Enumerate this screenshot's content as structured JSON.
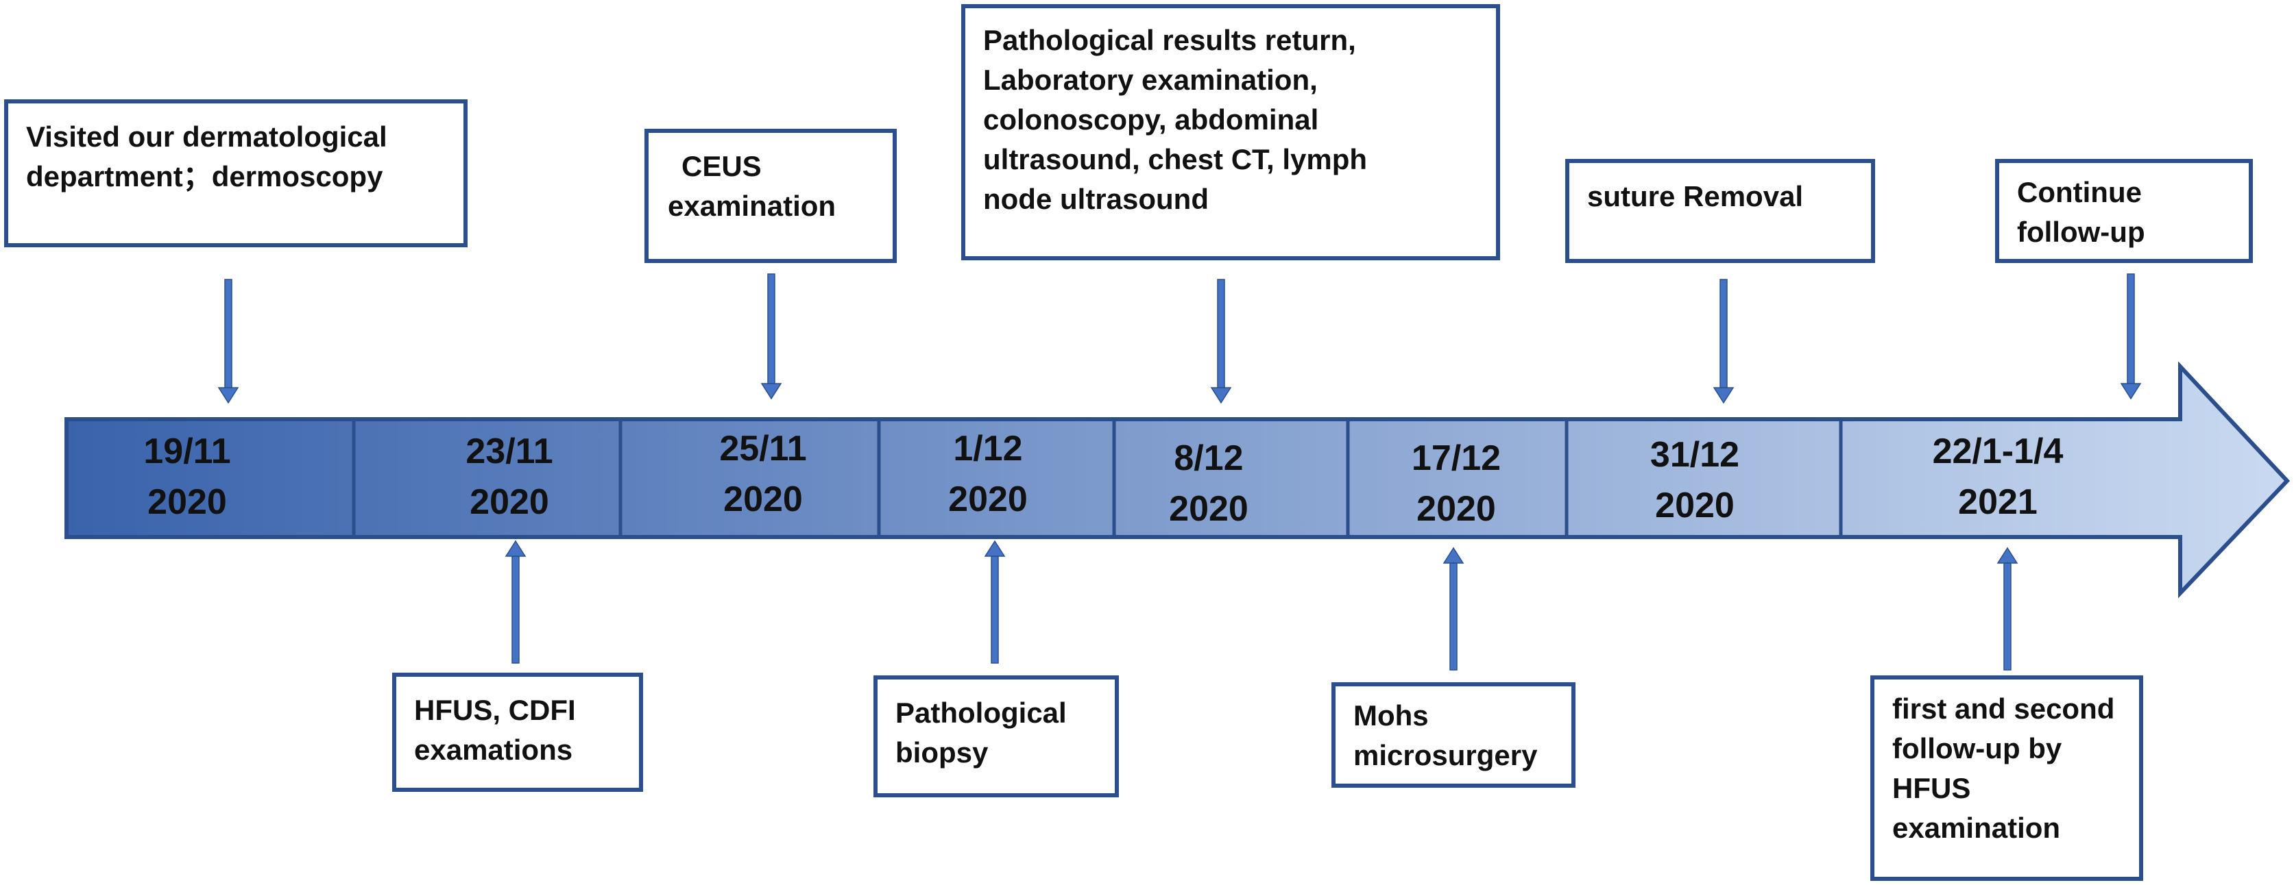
{
  "colors": {
    "arrow_dark": "#3a63ac",
    "arrow_light": "#c9d9f0",
    "box_border": "#2b4f8c",
    "connector": "#4472c4"
  },
  "timeline": {
    "segments": [
      {
        "day": "19/11",
        "year": "2020"
      },
      {
        "day": "23/11",
        "year": "2020"
      },
      {
        "day": "25/11",
        "year": "2020"
      },
      {
        "day": "1/12",
        "year": "2020"
      },
      {
        "day": "8/12",
        "year": "2020"
      },
      {
        "day": "17/12",
        "year": "2020"
      },
      {
        "day": "31/12",
        "year": "2020"
      },
      {
        "day": "22/1-1/4",
        "year": "2021"
      }
    ]
  },
  "events_above": [
    {
      "lines": [
        "Visited our dermatological",
        "department；dermoscopy"
      ]
    },
    {
      "lines": [
        "CEUS",
        "examination"
      ]
    },
    {
      "lines": [
        "Pathological results return,",
        "Laboratory examination,",
        "colonoscopy, abdominal",
        "ultrasound, chest CT, lymph",
        "node ultrasound"
      ]
    },
    {
      "lines": [
        "suture Removal"
      ]
    },
    {
      "lines": [
        "Continue",
        "follow-up"
      ]
    }
  ],
  "events_below": [
    {
      "lines": [
        "HFUS, CDFI",
        "examations"
      ]
    },
    {
      "lines": [
        "Pathological",
        "biopsy"
      ]
    },
    {
      "lines": [
        "Mohs",
        "microsurgery"
      ]
    },
    {
      "lines": [
        "first and second",
        "follow-up by",
        "HFUS",
        "examination"
      ]
    }
  ]
}
